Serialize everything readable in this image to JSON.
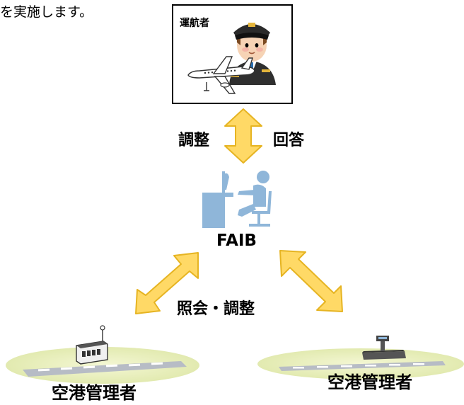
{
  "intro_fragment": "を実施します。",
  "operator": {
    "label": "運航者"
  },
  "center_arrow": {
    "left_label": "調整",
    "right_label": "回答"
  },
  "faib": {
    "label": "FAIB"
  },
  "lower_arrows": {
    "label": "照会・調整"
  },
  "airports": [
    {
      "label": "空港管理者"
    },
    {
      "label": "空港管理者"
    }
  ],
  "colors": {
    "arrow_fill": "#ffd966",
    "arrow_stroke": "#e6b422",
    "ground_ellipse": "#e6edb8",
    "runway": "#b7bcc5",
    "faib_icon": "#8fb6d9"
  }
}
